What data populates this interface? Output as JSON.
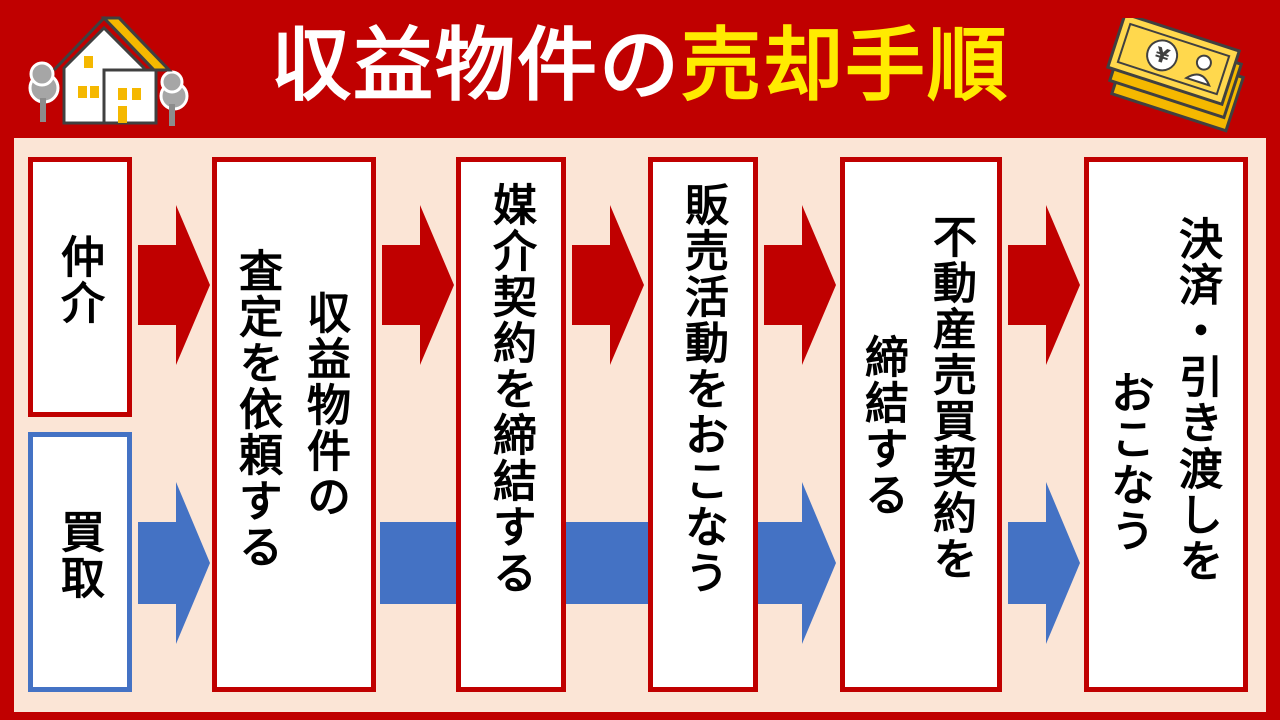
{
  "title": {
    "part1": "収益物件の",
    "part2": "売却手順"
  },
  "illustrations": {
    "left": "house-icon",
    "right": "yen-banknotes-icon"
  },
  "colors": {
    "red": "#c00000",
    "blue": "#4472c4",
    "yellow": "#ffeb00",
    "panel": "#fbe5d6"
  },
  "routes": [
    {
      "label": "仲介"
    },
    {
      "label": "買取"
    }
  ],
  "steps": [
    {
      "lines": [
        "収益物件の",
        "査定を依頼する"
      ]
    },
    {
      "lines": [
        "媒介契約を締結する"
      ]
    },
    {
      "lines": [
        "販売活動をおこなう"
      ]
    },
    {
      "lines": [
        "不動産売買契約を",
        "締結する"
      ]
    },
    {
      "lines": [
        "決済・引き渡しを",
        "おこなう"
      ]
    }
  ]
}
